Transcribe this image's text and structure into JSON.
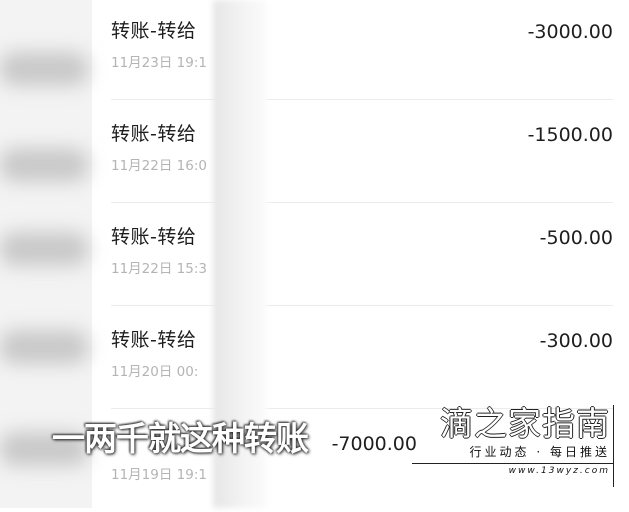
{
  "transactions": [
    {
      "title": "转账-转给",
      "date": "11月23日 19:1",
      "amount": "-3000.00"
    },
    {
      "title": "转账-转给",
      "date": "11月22日 16:0",
      "amount": "-1500.00"
    },
    {
      "title": "转账-转给",
      "date": "11月22日 15:3",
      "amount": "-500.00"
    },
    {
      "title": "转账-转给",
      "date": "11月20日 00:",
      "amount": "-300.00"
    },
    {
      "title": "",
      "date": "11月19日 19:1",
      "amount": "-7000.00"
    }
  ],
  "subtitle": "一两千就这种转账",
  "watermark": {
    "name": "滴之家指南",
    "tagline": "行业动态 · 每日推送",
    "url": "www.13wyz.com"
  }
}
